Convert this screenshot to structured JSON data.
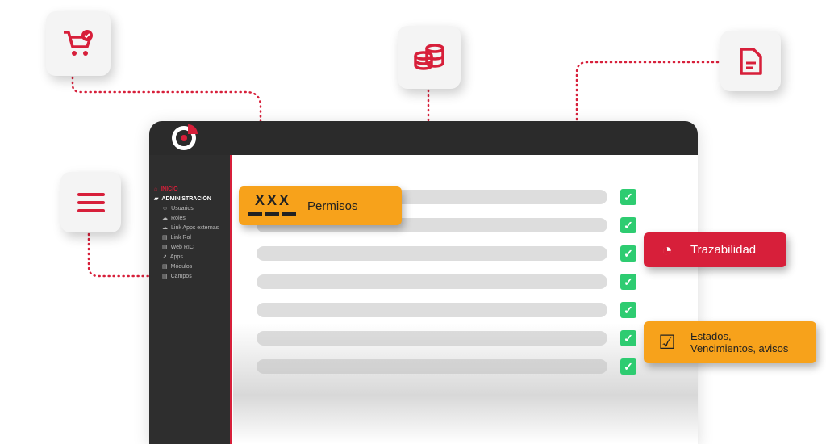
{
  "sidebar": {
    "items": [
      {
        "label": "INICIO",
        "icon": "home-icon"
      },
      {
        "label": "ADMINISTRACIÓN",
        "icon": "folder-icon"
      },
      {
        "label": "Usuarios",
        "icon": "user-icon"
      },
      {
        "label": "Roles",
        "icon": "cloud-icon"
      },
      {
        "label": "Link Apps externas",
        "icon": "cloud-icon"
      },
      {
        "label": "Link Rol",
        "icon": "table-icon"
      },
      {
        "label": "Web RIC",
        "icon": "table-icon"
      },
      {
        "label": "Apps",
        "icon": "external-link-icon"
      },
      {
        "label": "Módulos",
        "icon": "table-icon"
      },
      {
        "label": "Campos",
        "icon": "table-icon"
      }
    ]
  },
  "badges": {
    "permisos": "Permisos",
    "permisos_icon": "XXX",
    "trazabilidad": "Trazabilidad",
    "estados_line1": "Estados,",
    "estados_line2": "Vencimientos, avisos"
  },
  "colors": {
    "red": "#d71f3a",
    "orange": "#f7a21b",
    "green": "#2ecc71",
    "dark": "#2b2b2b"
  }
}
